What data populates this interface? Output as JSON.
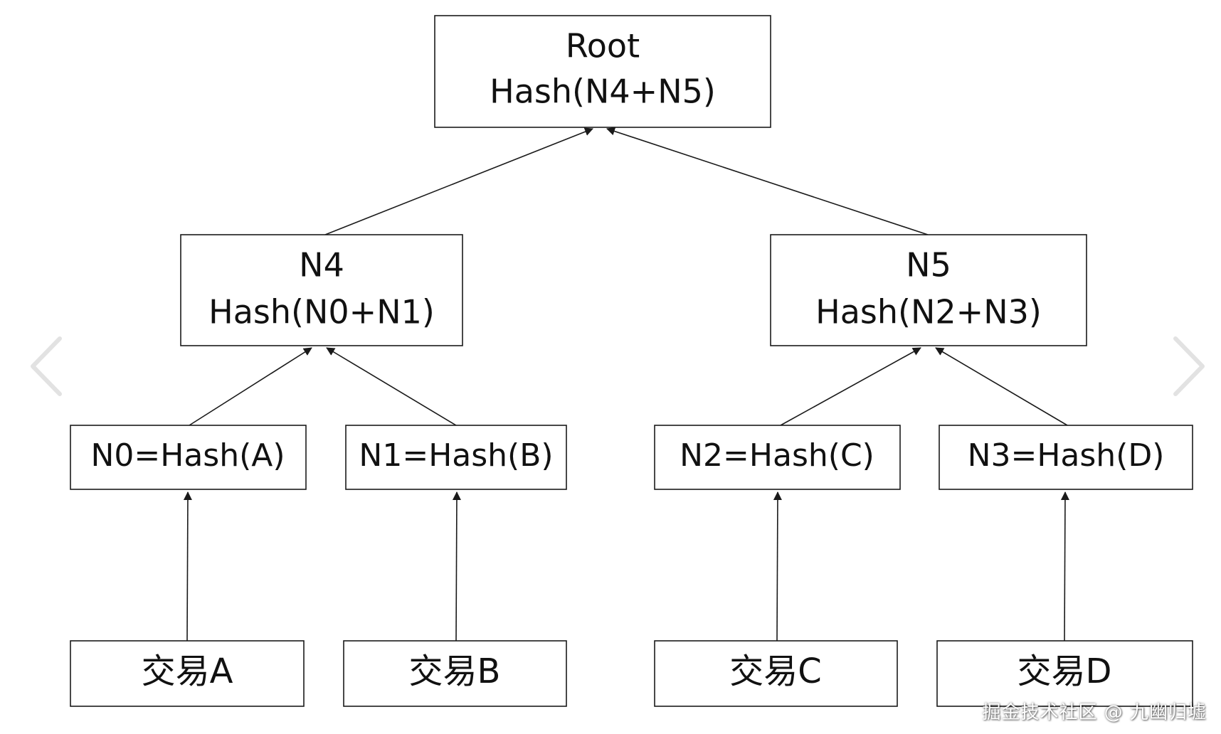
{
  "diagram": {
    "root": {
      "line1": "Root",
      "line2": "Hash(N4+N5)"
    },
    "n4": {
      "line1": "N4",
      "line2": "Hash(N0+N1)"
    },
    "n5": {
      "line1": "N5",
      "line2": "Hash(N2+N3)"
    },
    "n0": {
      "label": "N0=Hash(A)"
    },
    "n1": {
      "label": "N1=Hash(B)"
    },
    "n2": {
      "label": "N2=Hash(C)"
    },
    "n3": {
      "label": "N3=Hash(D)"
    },
    "tx_a": {
      "label": "交易A"
    },
    "tx_b": {
      "label": "交易B"
    },
    "tx_c": {
      "label": "交易C"
    },
    "tx_d": {
      "label": "交易D"
    }
  },
  "nav": {
    "prev_icon": "chevron-left-icon",
    "next_icon": "chevron-right-icon"
  },
  "watermark": {
    "text": "掘金技术社区 @ 九幽归墟"
  },
  "colors": {
    "stroke": "#1a1a1a",
    "background": "#ffffff",
    "nav_arrow": "#dddddd"
  }
}
